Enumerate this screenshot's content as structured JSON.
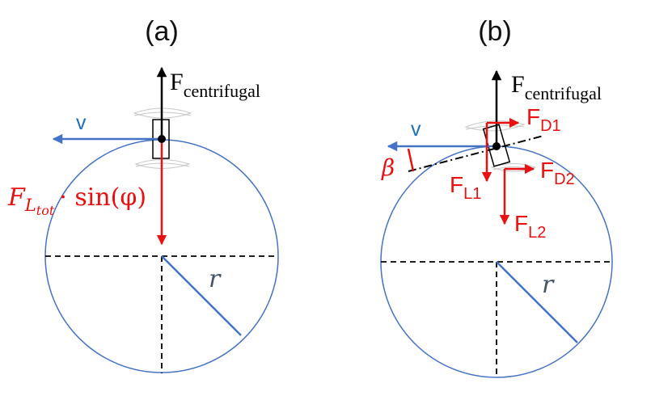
{
  "panels": [
    {
      "label": "(a)",
      "force_up": {
        "main": "F",
        "sub": "centrifugal"
      },
      "velocity": "v",
      "lift_expr": {
        "F": "F",
        "sub1": "L",
        "sub2": "tot",
        "rest": "· sin(φ)"
      },
      "radius": "r"
    },
    {
      "label": "(b)",
      "force_up": {
        "main": "F",
        "sub": "centrifugal"
      },
      "velocity": "v",
      "angle": "β",
      "fd1": {
        "main": "F",
        "sub": "D1"
      },
      "fl1": {
        "main": "F",
        "sub": "L1"
      },
      "fd2": {
        "main": "F",
        "sub": "D2"
      },
      "fl2": {
        "main": "F",
        "sub": "L2"
      },
      "radius": "r"
    }
  ],
  "colors": {
    "circle": "#4472c4",
    "velocity": "#4472c4",
    "force_red": "#e81010",
    "black": "#000000",
    "radius_text": "#44546a"
  }
}
